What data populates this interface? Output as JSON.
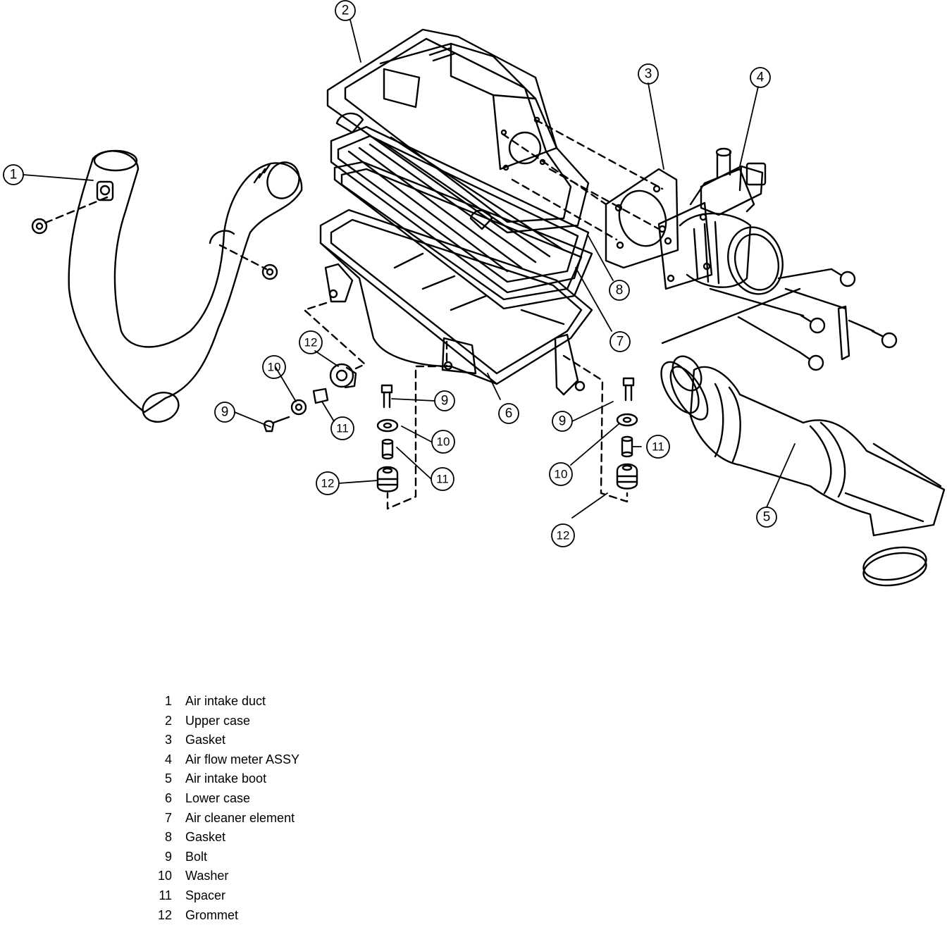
{
  "callouts": [
    {
      "key": "1",
      "label": "1"
    },
    {
      "key": "2",
      "label": "2"
    },
    {
      "key": "3",
      "label": "3"
    },
    {
      "key": "4",
      "label": "4"
    },
    {
      "key": "5",
      "label": "5"
    },
    {
      "key": "6",
      "label": "6"
    },
    {
      "key": "7",
      "label": "7"
    },
    {
      "key": "8",
      "label": "8"
    },
    {
      "key": "9a",
      "label": "9"
    },
    {
      "key": "9b",
      "label": "9"
    },
    {
      "key": "9c",
      "label": "9"
    },
    {
      "key": "10a",
      "label": "10"
    },
    {
      "key": "10b",
      "label": "10"
    },
    {
      "key": "10c",
      "label": "10"
    },
    {
      "key": "11a",
      "label": "11"
    },
    {
      "key": "11b",
      "label": "11"
    },
    {
      "key": "11c",
      "label": "11"
    },
    {
      "key": "12a",
      "label": "12"
    },
    {
      "key": "12b",
      "label": "12"
    },
    {
      "key": "12c",
      "label": "12"
    }
  ],
  "legend": [
    {
      "num": "1",
      "name": "Air intake duct"
    },
    {
      "num": "2",
      "name": "Upper case"
    },
    {
      "num": "3",
      "name": "Gasket"
    },
    {
      "num": "4",
      "name": "Air flow meter ASSY"
    },
    {
      "num": "5",
      "name": "Air intake boot"
    },
    {
      "num": "6",
      "name": "Lower case"
    },
    {
      "num": "7",
      "name": "Air cleaner element"
    },
    {
      "num": "8",
      "name": "Gasket"
    },
    {
      "num": "9",
      "name": "Bolt"
    },
    {
      "num": "10",
      "name": "Washer"
    },
    {
      "num": "11",
      "name": "Spacer"
    },
    {
      "num": "12",
      "name": "Grommet"
    }
  ]
}
